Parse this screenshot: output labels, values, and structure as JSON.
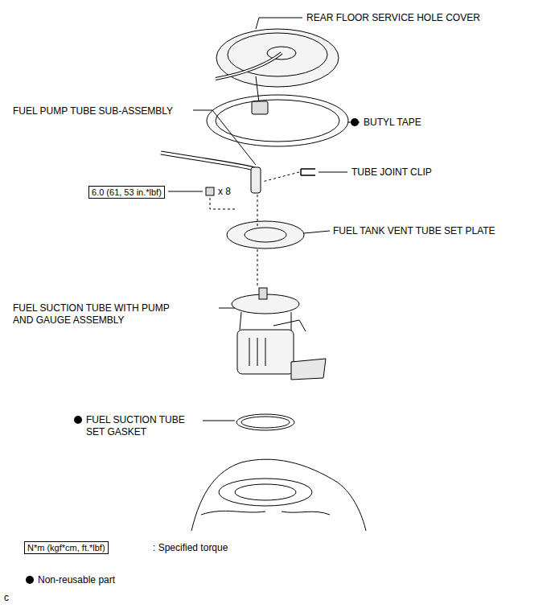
{
  "diagram": {
    "nodes": [
      {
        "text": [
          "6.0 (61, 53 in.*lbf)"
        ]
      },
      {
        "text": [
          "N*m (kgf*cm, ft.*lbf)"
        ]
      }
    ],
    "labels": [
      "REAR FLOOR SERVICE HOLE COVER",
      "BUTYL TAPE",
      "FUEL PUMP TUBE SUB-ASSEMBLY",
      "TUBE JOINT CLIP",
      "x 8",
      "FUEL TANK VENT TUBE SET PLATE",
      "FUEL SUCTION TUBE WITH PUMP AND GAUGE ASSEMBLY",
      "FUEL SUCTION TUBE SET GASKET",
      ": Specified torque",
      "c"
    ],
    "legend": [
      {
        "text": "Non-reusable part"
      }
    ]
  }
}
